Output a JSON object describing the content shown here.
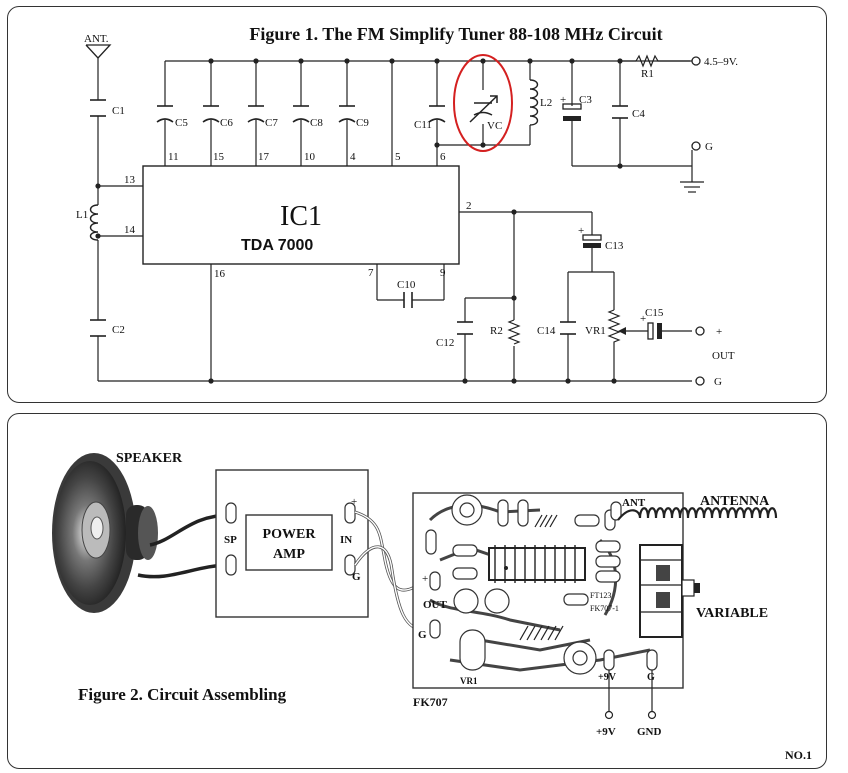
{
  "figure1": {
    "title": "Figure 1. The FM Simplify Tuner 88-108 MHz Circuit",
    "ic": {
      "name": "IC1",
      "part": "TDA 7000"
    },
    "labels": {
      "ant": "ANT.",
      "supply": "4.5–9V.",
      "ground1": "G",
      "ground2": "G",
      "out": "OUT",
      "plus": "+",
      "c1": "C1",
      "c2": "C2",
      "c3": "C3",
      "c4": "C4",
      "c5": "C5",
      "c6": "C6",
      "c7": "C7",
      "c8": "C8",
      "c9": "C9",
      "c10": "C10",
      "c11": "C11",
      "c12": "C12",
      "c13": "C13",
      "c14": "C14",
      "c15": "C15",
      "l1": "L1",
      "l2": "L2",
      "r1": "R1",
      "r2": "R2",
      "vr1": "VR1",
      "vc": "VC"
    },
    "pins": {
      "p11": "11",
      "p15": "15",
      "p17": "17",
      "p10": "10",
      "p4": "4",
      "p5": "5",
      "p6": "6",
      "p13": "13",
      "p14": "14",
      "p2": "2",
      "p16": "16",
      "p7": "7",
      "p9": "9"
    },
    "highlight_color": "#d42020"
  },
  "figure2": {
    "title": "Figure 2. Circuit Assembling",
    "labels": {
      "speaker": "SPEAKER",
      "power_amp_1": "POWER",
      "power_amp_2": "AMP",
      "sp": "SP",
      "in": "IN",
      "in_plus": "+",
      "in_g": "G",
      "out": "OUT",
      "out_plus": "+",
      "out_g": "G",
      "ant": "ANT",
      "antenna": "ANTENNA",
      "variable": "VARIABLE",
      "vr1": "VR1",
      "board_9v": "+9V",
      "board_g": "G",
      "fk707": "FK707",
      "p9v": "+9V",
      "gnd": "GND",
      "board_text": "FK707-1",
      "board_text2": "FT123"
    }
  },
  "page_number": "NO.1"
}
